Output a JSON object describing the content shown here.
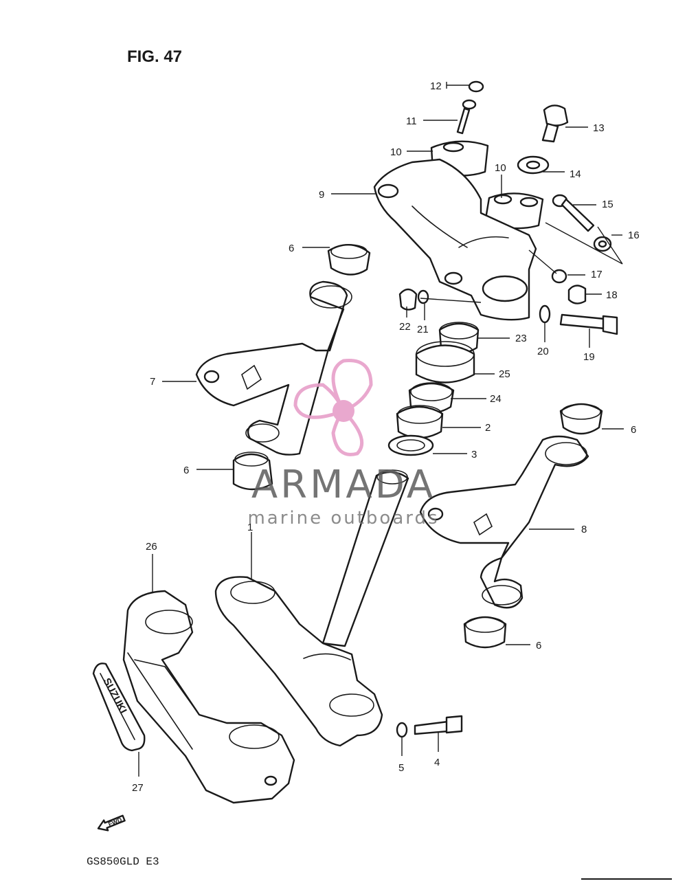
{
  "figure": {
    "title": "FIG. 47",
    "model": "GS850GLD  E3"
  },
  "watermark": {
    "brand": "ARMADA",
    "tagline": "marine outboards",
    "accent_color": "#e79fc9"
  },
  "badge": {
    "text": "SUZUKI"
  },
  "direction": {
    "label": "FWD"
  },
  "callouts": [
    {
      "id": "12",
      "label": "12"
    },
    {
      "id": "11",
      "label": "11"
    },
    {
      "id": "13",
      "label": "13"
    },
    {
      "id": "10a",
      "label": "10"
    },
    {
      "id": "10b",
      "label": "10"
    },
    {
      "id": "14",
      "label": "14"
    },
    {
      "id": "9",
      "label": "9"
    },
    {
      "id": "15",
      "label": "15"
    },
    {
      "id": "16",
      "label": "16"
    },
    {
      "id": "6a",
      "label": "6"
    },
    {
      "id": "17",
      "label": "17"
    },
    {
      "id": "18",
      "label": "18"
    },
    {
      "id": "22",
      "label": "22"
    },
    {
      "id": "21",
      "label": "21"
    },
    {
      "id": "20",
      "label": "20"
    },
    {
      "id": "19",
      "label": "19"
    },
    {
      "id": "23",
      "label": "23"
    },
    {
      "id": "25",
      "label": "25"
    },
    {
      "id": "7",
      "label": "7"
    },
    {
      "id": "24",
      "label": "24"
    },
    {
      "id": "2",
      "label": "2"
    },
    {
      "id": "6b",
      "label": "6"
    },
    {
      "id": "3",
      "label": "3"
    },
    {
      "id": "6c",
      "label": "6"
    },
    {
      "id": "8",
      "label": "8"
    },
    {
      "id": "1",
      "label": "1"
    },
    {
      "id": "26",
      "label": "26"
    },
    {
      "id": "6d",
      "label": "6"
    },
    {
      "id": "5",
      "label": "5"
    },
    {
      "id": "4",
      "label": "4"
    },
    {
      "id": "27",
      "label": "27"
    }
  ]
}
